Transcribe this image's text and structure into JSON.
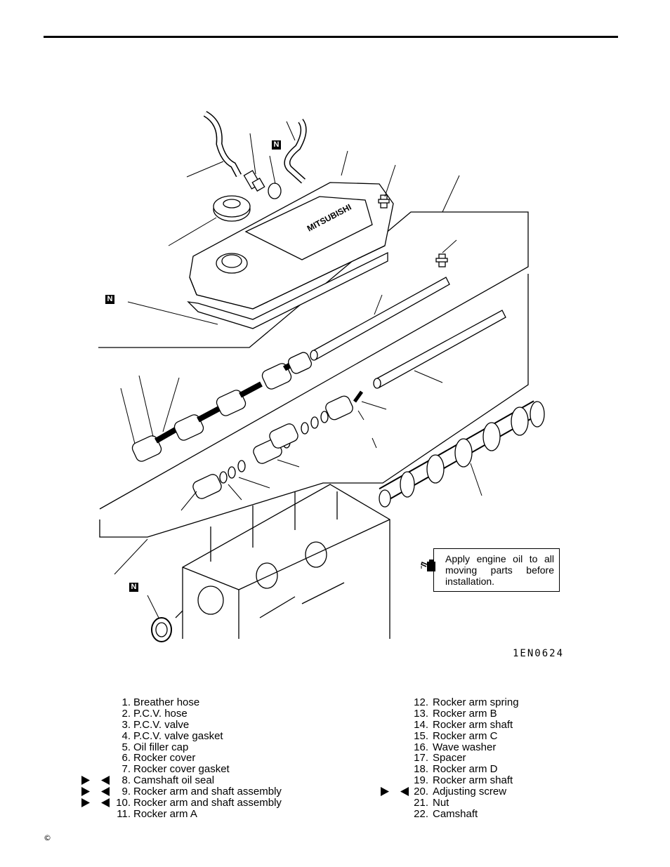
{
  "figure": {
    "code": "1EN0624",
    "badge_letter": "N",
    "note": "Apply engine oil to all moving parts before installation.",
    "logo_text": "MITSUBISHI"
  },
  "parts_left": [
    {
      "num": "1.",
      "label": "Breather hose",
      "marks": false
    },
    {
      "num": "2.",
      "label": "P.C.V. hose",
      "marks": false
    },
    {
      "num": "3.",
      "label": "P.C.V. valve",
      "marks": false
    },
    {
      "num": "4.",
      "label": "P.C.V. valve gasket",
      "marks": false
    },
    {
      "num": "5.",
      "label": "Oil filler cap",
      "marks": false
    },
    {
      "num": "6.",
      "label": "Rocker cover",
      "marks": false
    },
    {
      "num": "7.",
      "label": "Rocker cover gasket",
      "marks": false
    },
    {
      "num": "8.",
      "label": "Camshaft oil seal",
      "marks": true
    },
    {
      "num": "9.",
      "label": "Rocker arm and shaft assembly",
      "marks": true
    },
    {
      "num": "10.",
      "label": "Rocker arm and shaft assembly",
      "marks": true
    },
    {
      "num": "11.",
      "label": "Rocker arm A",
      "marks": false
    }
  ],
  "parts_right": [
    {
      "num": "12.",
      "label": "Rocker arm spring",
      "marks": false
    },
    {
      "num": "13.",
      "label": "Rocker arm B",
      "marks": false
    },
    {
      "num": "14.",
      "label": "Rocker arm shaft",
      "marks": false
    },
    {
      "num": "15.",
      "label": "Rocker arm C",
      "marks": false
    },
    {
      "num": "16.",
      "label": "Wave washer",
      "marks": false
    },
    {
      "num": "17.",
      "label": "Spacer",
      "marks": false
    },
    {
      "num": "18.",
      "label": "Rocker arm D",
      "marks": false
    },
    {
      "num": "19.",
      "label": "Rocker arm shaft",
      "marks": false
    },
    {
      "num": "20.",
      "label": "Adjusting screw",
      "marks": true
    },
    {
      "num": "21.",
      "label": "Nut",
      "marks": false
    },
    {
      "num": "22.",
      "label": "Camshaft",
      "marks": false
    }
  ],
  "footer": {
    "copyright": "©"
  }
}
